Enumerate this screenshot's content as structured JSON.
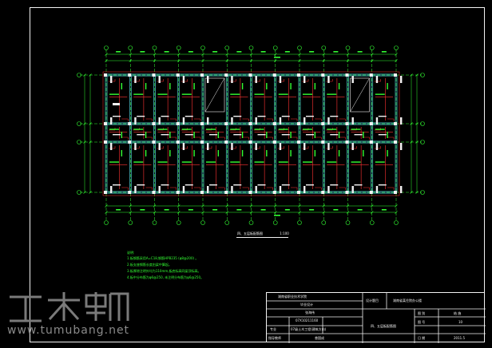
{
  "drawing": {
    "plan_caption": {
      "title": "四、五层板配筋图",
      "scale": "1:100"
    },
    "notes": {
      "title": "说明:",
      "lines": [
        "1.板钢筋采用A=C18,钢筋HPB235 (φ8@200) 。",
        "2.板支座钢筋长度由梁中算起。",
        "3.板厚除注明外均为110mm,板底标高同梁顶标高。",
        "4.板中分布筋为φ6@250, 未注明分布筋为φ6@250。"
      ]
    }
  },
  "title_block": {
    "school": "湖南省职业技术学院",
    "design_label": "设计题目",
    "project": "湖南省某住院办公楼",
    "design_unit": "毕业设计",
    "student_name": "张海伟",
    "student_id": "07X10211160",
    "major_class": "07级土木工程(建筑方向)",
    "sheet_title": "四、五层板配筋图",
    "tutor_label": "指导教师",
    "tutor_name": "曾国成",
    "fields": [
      {
        "label": "图  别",
        "value": "结  施"
      },
      {
        "label": "图  号",
        "value": "10"
      },
      {
        "label": "日  期",
        "value": "2011.5"
      }
    ]
  },
  "watermark": {
    "logo_text": "土木帮",
    "url": "www.tumubang.net"
  },
  "colors": {
    "background": "#000000",
    "frame": "#f2f2f2",
    "axis": "#33ff33",
    "wall": "#5ff6ff",
    "rebar": "#ff3333",
    "label": "#f2f2f2"
  }
}
